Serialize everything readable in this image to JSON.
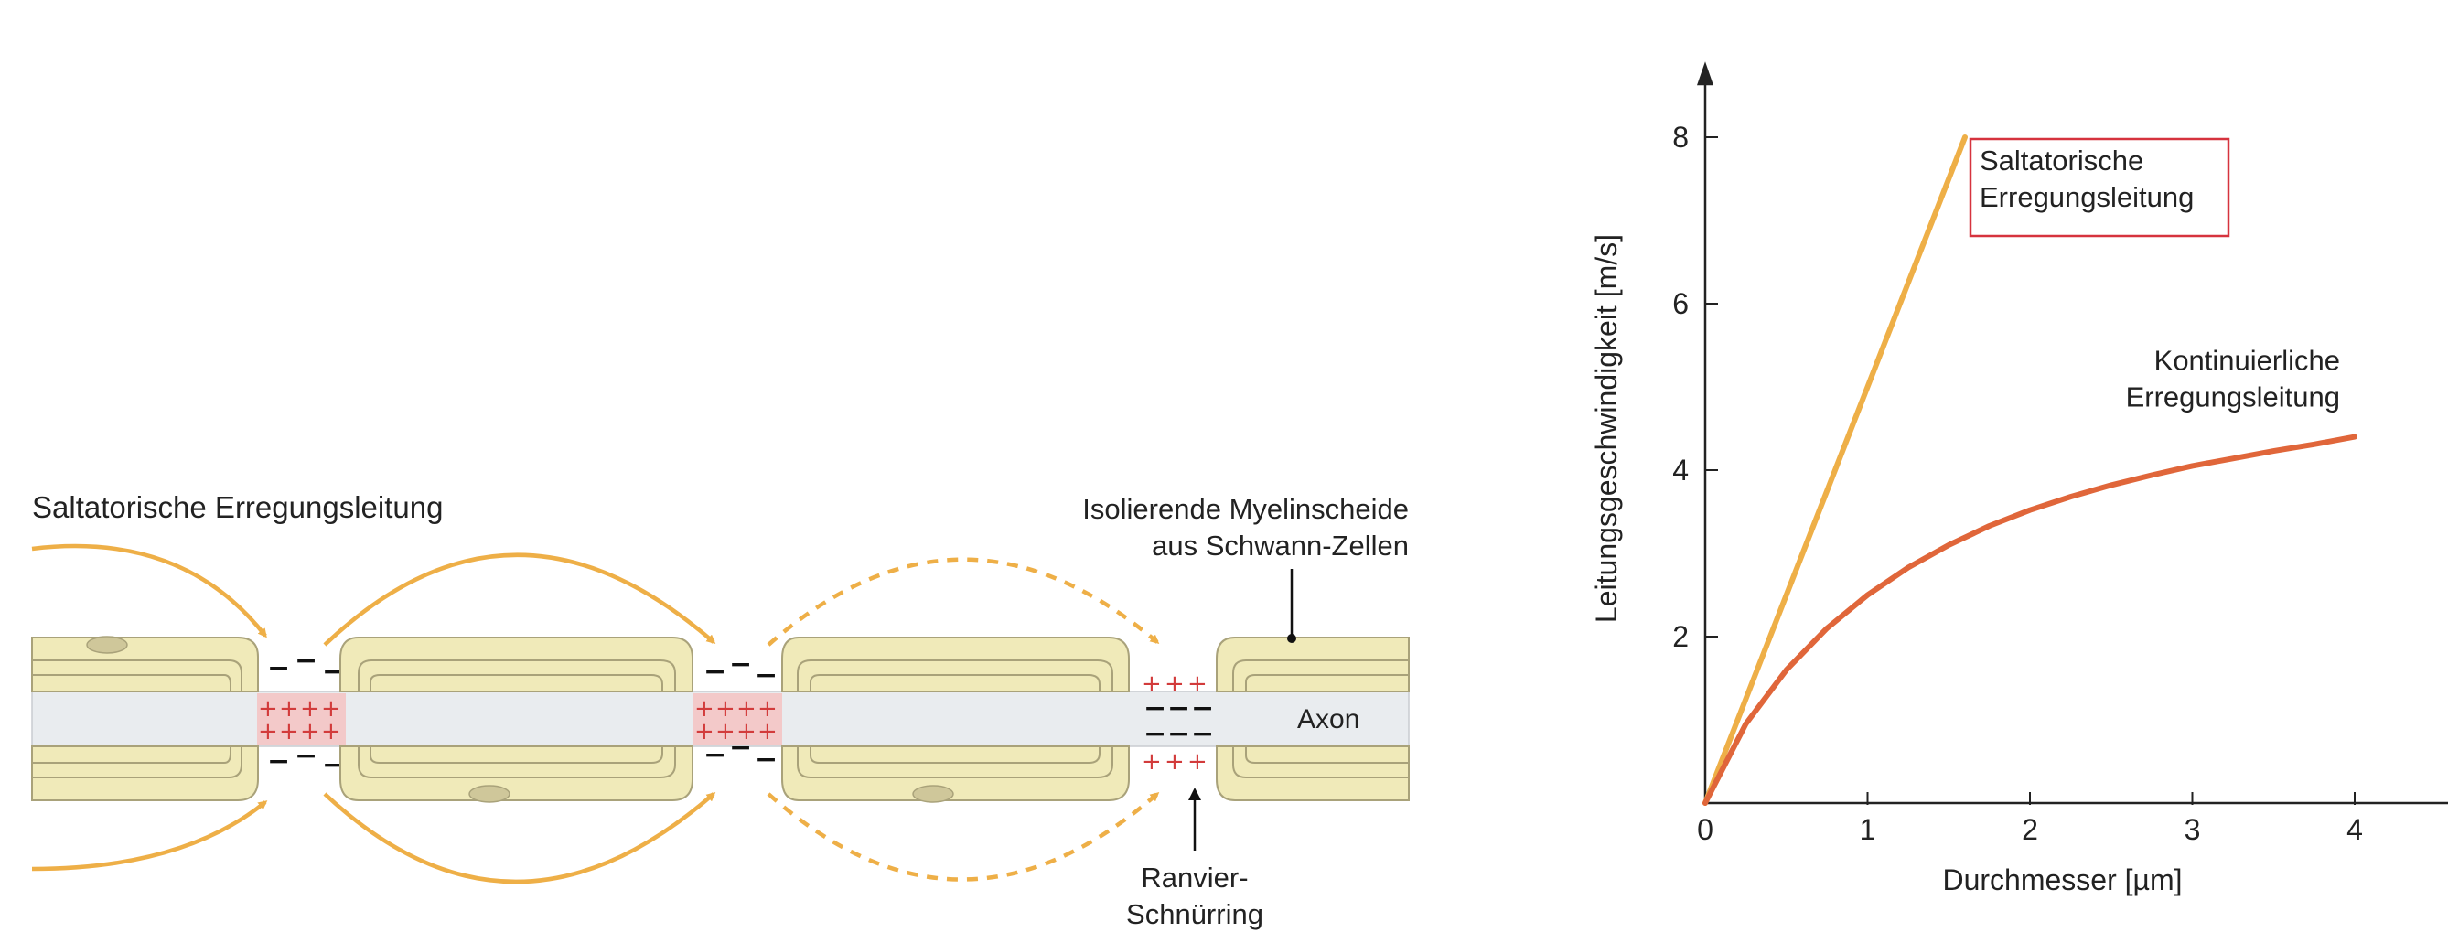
{
  "diagram": {
    "title": "Saltatorische Erregungsleitung",
    "myelin_label_line1": "Isolierende Myelinscheide",
    "myelin_label_line2": "aus Schwann-Zellen",
    "axon_label": "Axon",
    "node_label_line1": "Ranvier-",
    "node_label_line2": "Schnürring",
    "plus_sign": "+",
    "minus_sign": "−",
    "colors": {
      "myelin_fill": "#f0eab9",
      "myelin_stroke": "#a9a27a",
      "axon_fill": "#e9ecef",
      "node_active": "#f3c9c9",
      "current_arrow": "#eeaf47",
      "plus_color": "#d23b3b"
    }
  },
  "chart_data": {
    "type": "line",
    "xlabel": "Durchmesser  [µm]",
    "ylabel": "Leitungsgeschwindigkeit  [m/s]",
    "xlim": [
      0,
      4.5
    ],
    "ylim": [
      0,
      8.8
    ],
    "x_ticks": [
      0,
      1,
      2,
      3,
      4
    ],
    "y_ticks": [
      2,
      4,
      6,
      8
    ],
    "series": [
      {
        "name_line1": "Saltatorische",
        "name_line2": "Erregungsleitung",
        "color": "#eeaf47",
        "label_boxed": true,
        "x": [
          0,
          1.6
        ],
        "y": [
          0,
          8.0
        ]
      },
      {
        "name_line1": "Kontinuierliche",
        "name_line2": "Erregungsleitung",
        "color": "#e0663a",
        "label_boxed": false,
        "x": [
          0,
          0.25,
          0.5,
          0.75,
          1.0,
          1.25,
          1.5,
          1.75,
          2.0,
          2.25,
          2.5,
          2.75,
          3.0,
          3.25,
          3.5,
          3.75,
          4.0
        ],
        "y": [
          0,
          0.95,
          1.6,
          2.1,
          2.5,
          2.83,
          3.1,
          3.33,
          3.52,
          3.68,
          3.82,
          3.94,
          4.05,
          4.14,
          4.23,
          4.31,
          4.4
        ]
      }
    ]
  }
}
